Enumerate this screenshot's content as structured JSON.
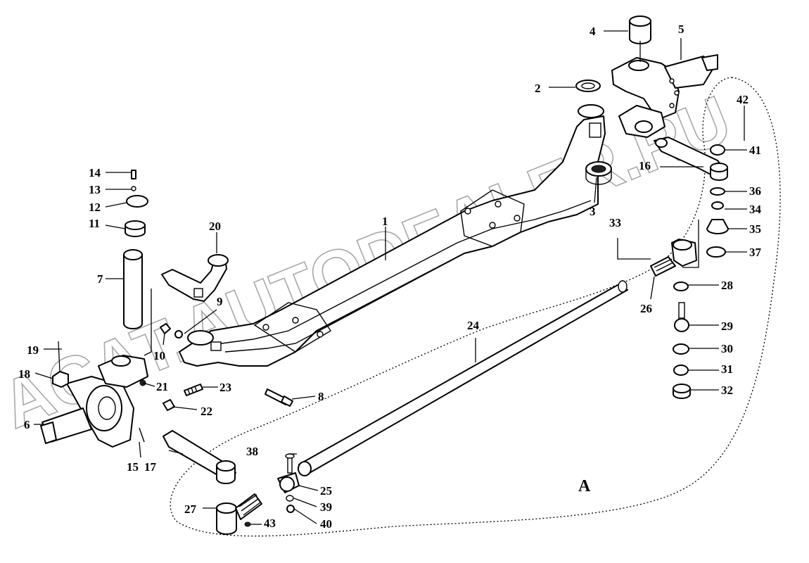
{
  "diagram": {
    "callouts": [
      "1",
      "2",
      "3",
      "4",
      "5",
      "6",
      "7",
      "8",
      "9",
      "10",
      "11",
      "12",
      "13",
      "14",
      "15",
      "16",
      "17",
      "19",
      "18",
      "20",
      "21",
      "22",
      "23",
      "24",
      "25",
      "26",
      "27",
      "28",
      "29",
      "30",
      "31",
      "32",
      "33",
      "34",
      "35",
      "36",
      "37",
      "38",
      "39",
      "40",
      "41",
      "42",
      "43"
    ],
    "group_label": "A",
    "watermark": "ACAT.AUTODEALER.RU"
  }
}
